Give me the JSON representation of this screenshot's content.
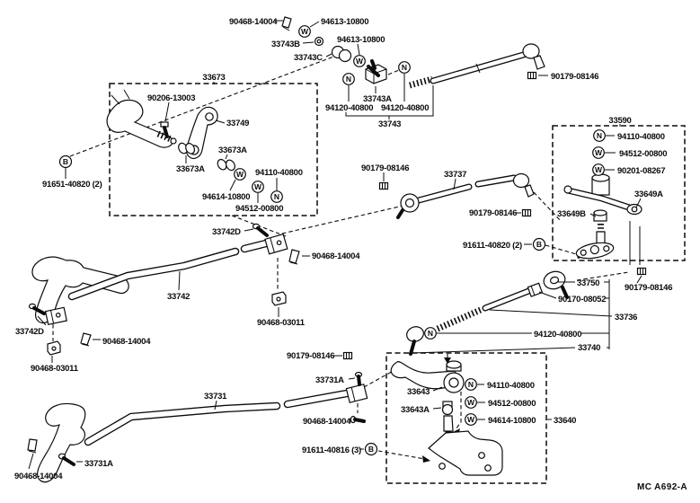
{
  "page": {
    "bg": "#ffffff",
    "ink": "#0b0b0b",
    "footer": "MC  A692-A"
  },
  "glyph": {
    "N": "N",
    "W": "W",
    "B": "B"
  },
  "parts": {
    "n90468_14004": "90468-14004",
    "n94613_10800": "94613-10800",
    "n33743B": "33743B",
    "n33743C": "33743C",
    "n33743A": "33743A",
    "n94120_40800": "94120-40800",
    "n33743": "33743",
    "n90179_08146": "90179-08146",
    "n33673": "33673",
    "n90206_13003": "90206-13003",
    "n33749": "33749",
    "n33673A": "33673A",
    "n94110_40800": "94110-40800",
    "n94614_10800": "94614-10800",
    "n94512_00800": "94512-00800",
    "n91651_40820": "91651-40820 (2)",
    "n33742D": "33742D",
    "n33742": "33742",
    "n90468_03011": "90468-03011",
    "n33737": "33737",
    "n91611_40820": "91611-40820 (2)",
    "n33590": "33590",
    "n90201_08267": "90201-08267",
    "n33649A": "33649A",
    "n33649B": "33649B",
    "n33750": "33750",
    "n90170_08052": "90170-08052",
    "n33736": "33736",
    "n33740": "33740",
    "n33731": "33731",
    "n33731A": "33731A",
    "n33643": "33643",
    "n33643A": "33643A",
    "n33640": "33640",
    "n91611_40816": "91611-40816 (3)"
  }
}
